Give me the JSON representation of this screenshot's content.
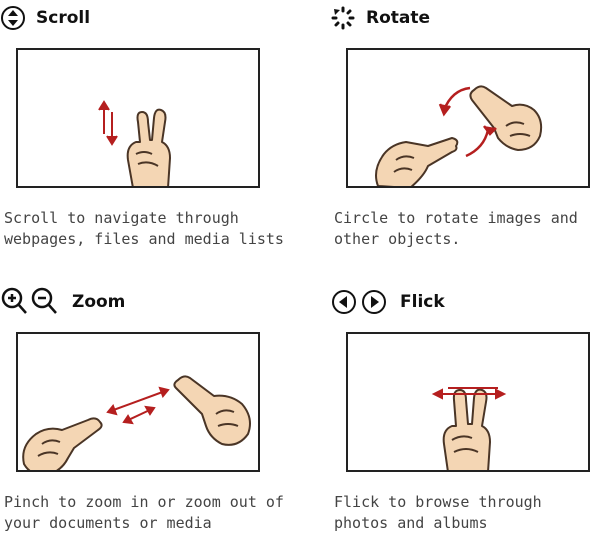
{
  "gestures": [
    {
      "title": "Scroll",
      "icon": "scroll-icon",
      "description": [
        "Scroll to navigate through",
        "webpages, files and media lists"
      ]
    },
    {
      "title": "Rotate",
      "icon": "rotate-icon",
      "description": [
        "Circle to rotate images and",
        "other objects."
      ]
    },
    {
      "title": "Zoom",
      "icon": "zoom-icons",
      "description": [
        "Pinch to zoom in or zoom out of",
        "your documents or media"
      ]
    },
    {
      "title": "Flick",
      "icon": "flick-icons",
      "description": [
        "Flick to browse through",
        "photos and albums"
      ]
    }
  ],
  "colors": {
    "arrow": "#b51f1f",
    "skin": "#f4d6b4",
    "skin_outline": "#4a3526",
    "panel_border": "#222222"
  }
}
